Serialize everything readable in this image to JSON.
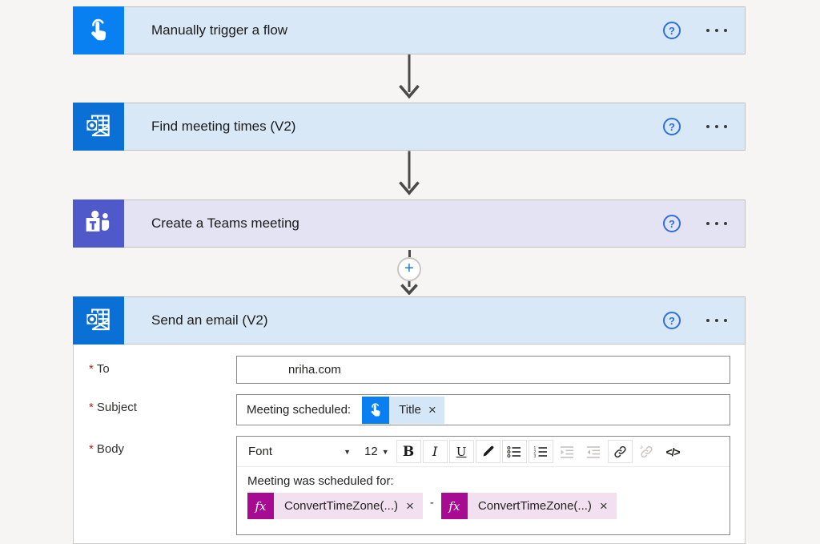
{
  "flow": {
    "steps": [
      {
        "title": "Manually trigger a flow"
      },
      {
        "title": "Find meeting times (V2)"
      },
      {
        "title": "Create a Teams meeting"
      },
      {
        "title": "Send an email (V2)"
      }
    ],
    "help_glyph": "?",
    "insert_step_glyph": "+"
  },
  "email_form": {
    "to": {
      "required_mark": "*",
      "label": "To",
      "value": "nriha.com"
    },
    "subject": {
      "required_mark": "*",
      "label": "Subject",
      "prefix_text": "Meeting scheduled:",
      "token": {
        "label": "Title",
        "remove_glyph": "×"
      }
    },
    "body": {
      "required_mark": "*",
      "label": "Body",
      "toolbar": {
        "font_name": "Font",
        "caret": "▼",
        "font_size": "12",
        "bold": "B",
        "italic": "I",
        "underline": "U",
        "code": "</>"
      },
      "content": {
        "text_line": "Meeting was scheduled for:",
        "separator": "-",
        "expressions": [
          {
            "badge": "fx",
            "label": "ConvertTimeZone(...)",
            "remove_glyph": "×"
          },
          {
            "badge": "fx",
            "label": "ConvertTimeZone(...)",
            "remove_glyph": "×"
          }
        ]
      }
    }
  },
  "colors": {
    "header_blue": "#d9e8f7",
    "header_purple": "#e3e3f4",
    "trigger_blue": "#0880f2",
    "outlook_blue": "#0a70d6",
    "teams_purple": "#5059c9",
    "expression_magenta": "#a70b92",
    "expression_chip_bg": "#f2dff0",
    "required_red": "#a4262c"
  }
}
